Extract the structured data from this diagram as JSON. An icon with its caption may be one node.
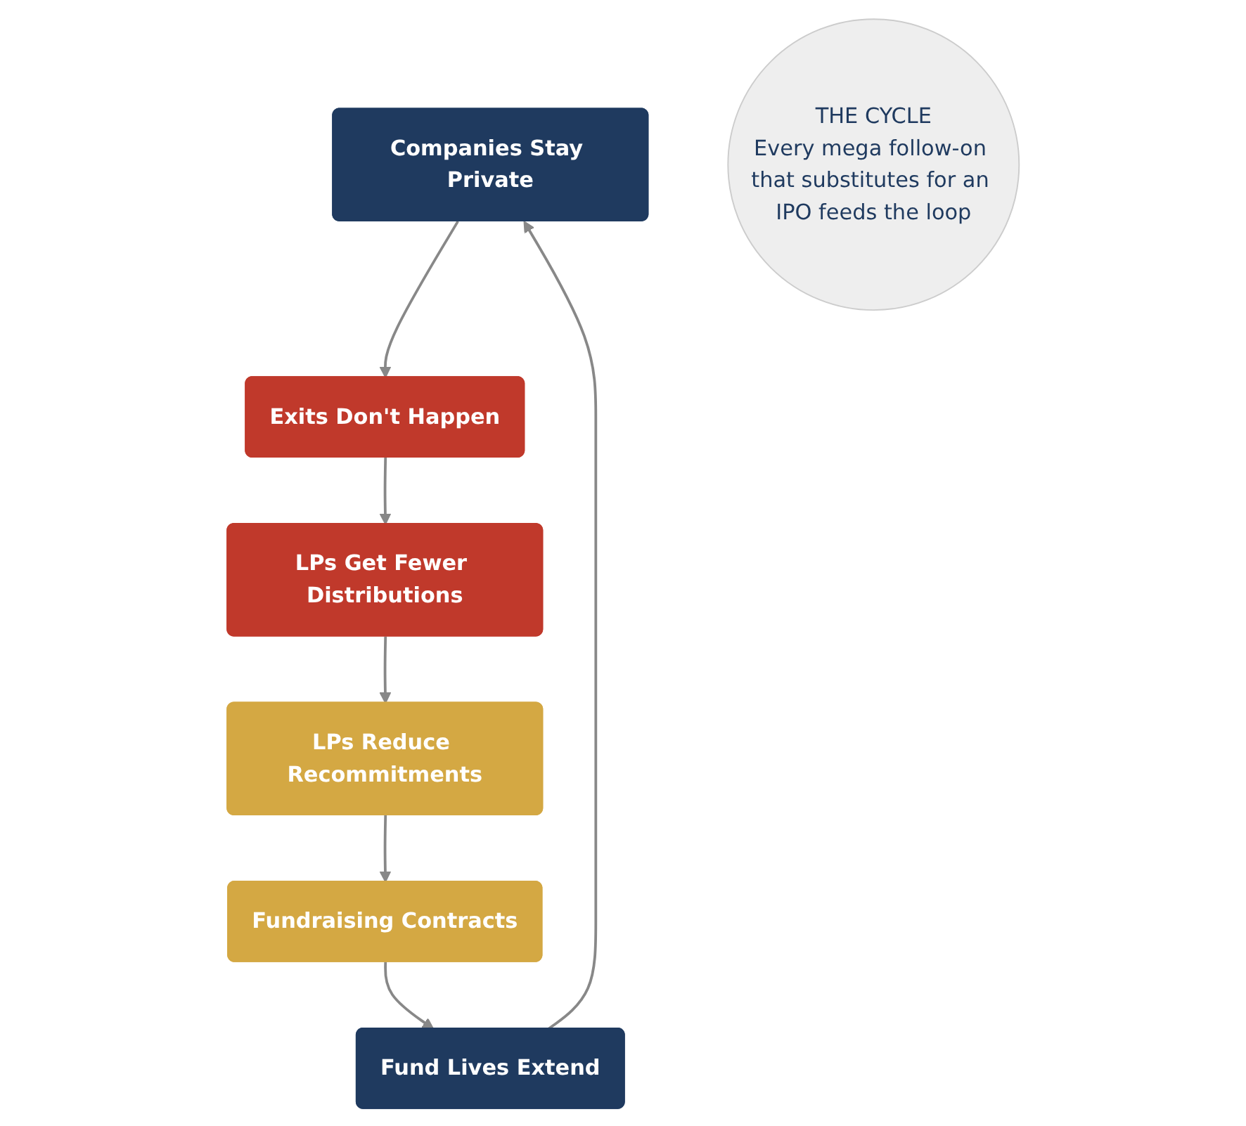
{
  "diagram": {
    "nodes": [
      {
        "text": [
          "Companies Stay Private"
        ]
      },
      {
        "text": [
          "Exits Don't Happen"
        ]
      },
      {
        "text": [
          "LPs Get Fewer Distributions"
        ]
      },
      {
        "text": [
          "LPs Reduce Recommitments"
        ]
      },
      {
        "text": [
          "Fundraising Contracts"
        ]
      },
      {
        "text": [
          "Fund Lives Extend"
        ]
      },
      {
        "text": [
          "THE CYCLE",
          "Every mega follow-on that substitutes for an IPO feeds the loop"
        ]
      }
    ],
    "edges": [
      {
        "from": 0,
        "to": 1,
        "arrow": "to"
      },
      {
        "from": 1,
        "to": 2,
        "arrow": "to"
      },
      {
        "from": 2,
        "to": 3,
        "arrow": "to"
      },
      {
        "from": 3,
        "to": 4,
        "arrow": "to"
      },
      {
        "from": 4,
        "to": 5,
        "arrow": "to"
      },
      {
        "from": 5,
        "to": 0,
        "arrow": "to"
      }
    ]
  }
}
